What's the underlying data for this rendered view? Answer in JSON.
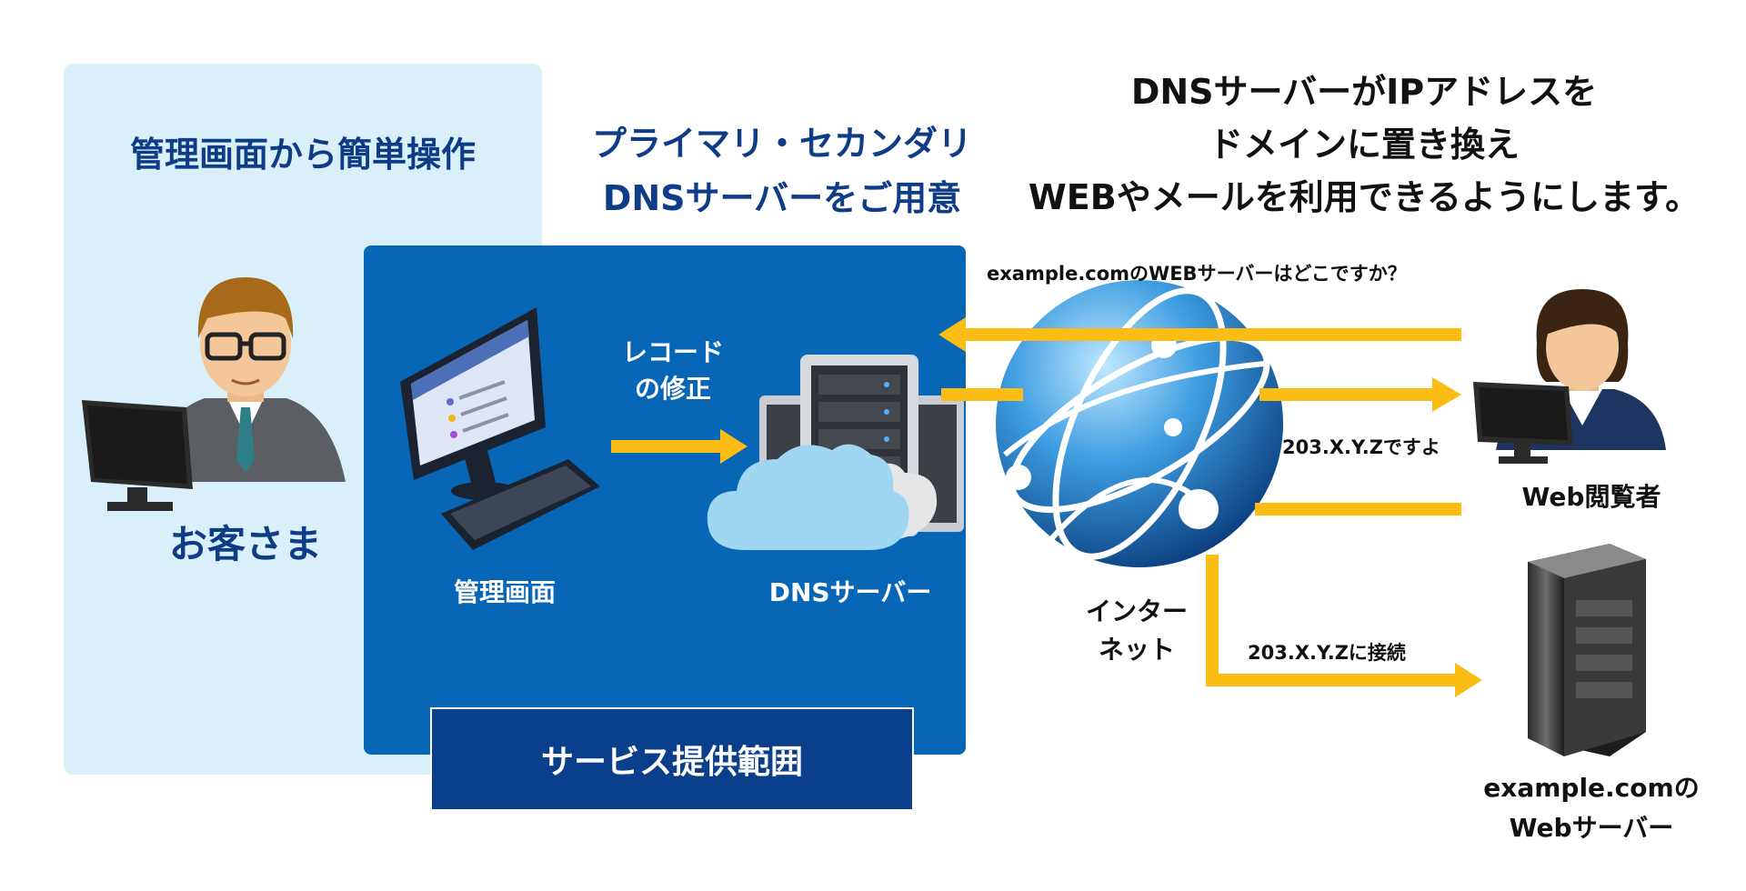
{
  "customer_panel": {
    "heading": "管理画面から簡単操作",
    "person_label": "お客さま"
  },
  "service": {
    "heading_line1": "プライマリ・セカンダリ",
    "heading_line2": "DNSサーバーをご用意",
    "admin_label": "管理画面",
    "record_label_line1": "レコード",
    "record_label_line2": "の修正",
    "dns_label": "DNSサーバー",
    "scope_label": "サービス提供範囲"
  },
  "headline": {
    "line1": "DNSサーバーがIPアドレスを",
    "line2": "ドメインに置き換え",
    "line3": "WEBやメールを利用できるようにします。"
  },
  "flow": {
    "query": "example.comのWEBサーバーはどこですか？",
    "answer": "203.X.Y.Zですよ",
    "connect": "203.X.Y.Zに接続"
  },
  "internet": {
    "line1": "インター",
    "line2": "ネット"
  },
  "viewer": {
    "label": "Web閲覧者"
  },
  "webserver": {
    "line1": "example.comの",
    "line2": "Webサーバー"
  },
  "colors": {
    "light_panel": "#d9f0fb",
    "service_blue": "#0866b7",
    "scope_navy": "#0a3f8c",
    "arrow": "#fbbd14",
    "heading_blue": "#0f3c86"
  }
}
